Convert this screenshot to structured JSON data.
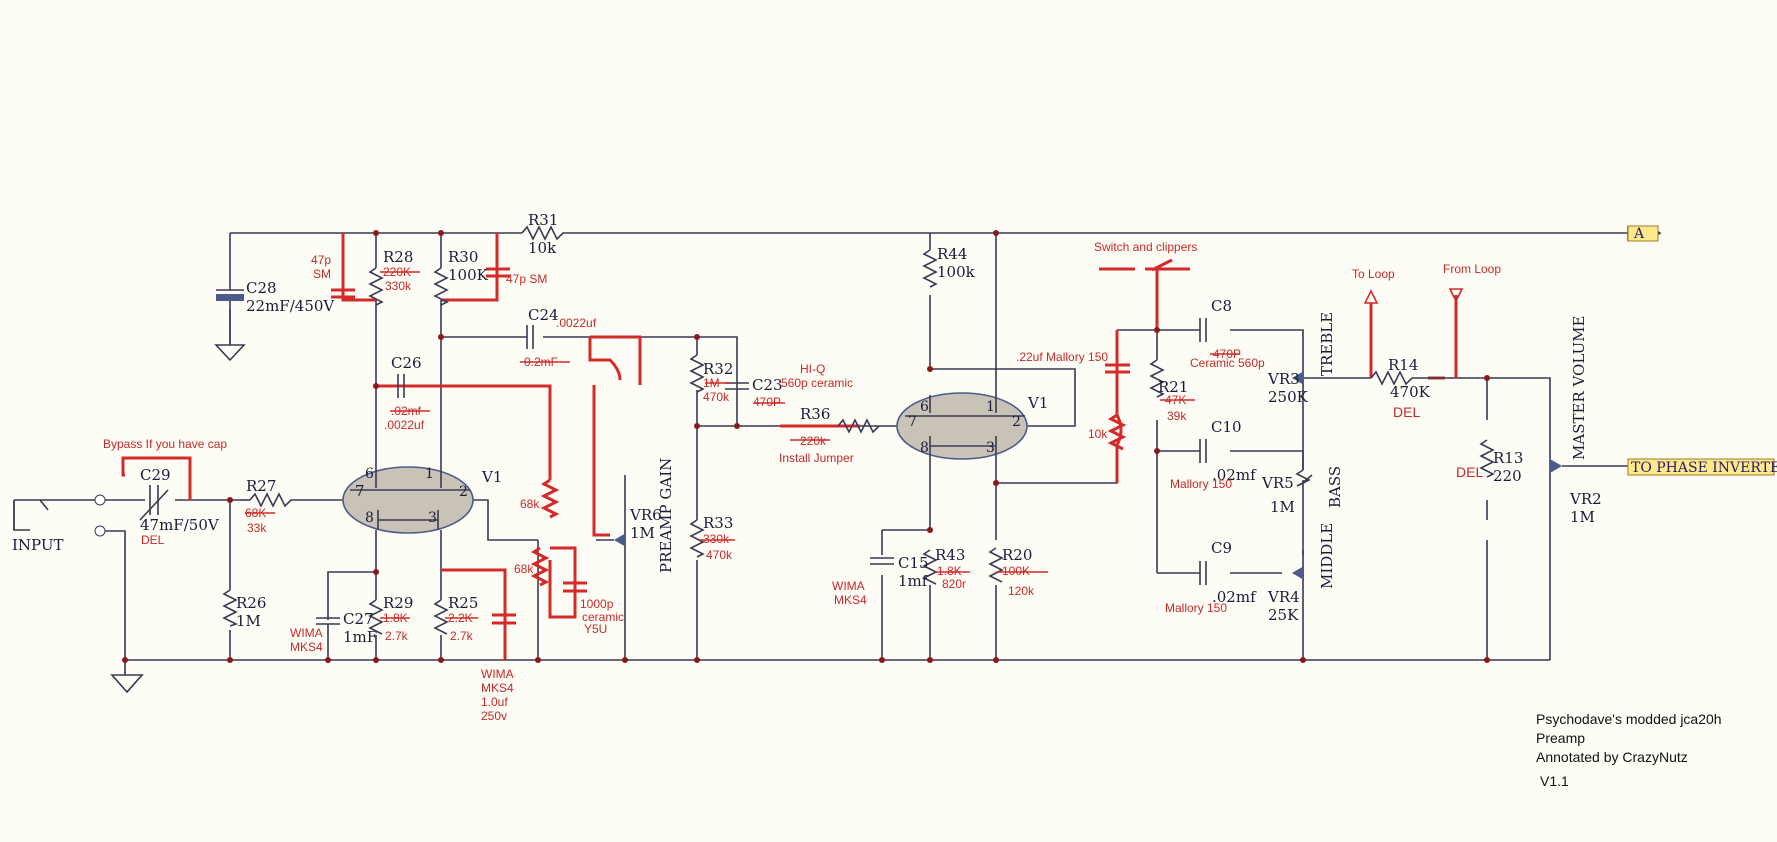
{
  "labels": {
    "r31": "R31",
    "r31_val": "10k",
    "c28": "C28",
    "c28_val": "22mF/450V",
    "r28": "R28",
    "r30": "R30",
    "r30_val": "100K",
    "c24": "C24",
    "c26": "C26",
    "v1a": "V1",
    "v1b": "V1",
    "pin1": "1",
    "pin2": "2",
    "pin3": "3",
    "pin6": "6",
    "pin7": "7",
    "pin8": "8",
    "c29": "C29",
    "c29_val": "47mF/50V",
    "r27": "R27",
    "r26": "R26",
    "r26_val": "1M",
    "input": "INPUT",
    "c27": "C27",
    "c27_val": "1mF",
    "r29": "R29",
    "r25": "R25",
    "vr6": "VR6",
    "vr6_val": "1M",
    "preamp_gain": "PREAMP GAIN",
    "r32": "R32",
    "c23": "C23",
    "r36": "R36",
    "r33": "R33",
    "r44": "R44",
    "r44_val": "100k",
    "c15": "C15",
    "c15_val": "1mf",
    "r43": "R43",
    "r20": "R20",
    "c8": "C8",
    "r21": "R21",
    "c10": "C10",
    "c10_val": ".02mf",
    "c9": "C9",
    "c9_val": ".02mf",
    "vr3": "VR3",
    "vr3_val": "250K",
    "vr5": "VR5",
    "vr5_val": "1M",
    "vr4": "VR4",
    "vr4_val": "25K",
    "treble": "TREBLE",
    "bass": "BASS",
    "middle": "MIDDLE",
    "r14": "R14",
    "r14_val": "470K",
    "r13": "R13",
    "r13_val": "220",
    "master_volume": "MASTER VOLUME",
    "vr2": "VR2",
    "vr2_val": "1M",
    "tag_a": "A",
    "to_phase_inverter": "TO PHASE INVERTER"
  },
  "annotations": {
    "c_47p": "47p",
    "sm": "SM",
    "r28_old": "220K",
    "r28_new": "330k",
    "c_47p_sm": "47p SM",
    "c24_new": ".0022uf",
    "c24_old": "0.2mF",
    "c26_old": ".02mf",
    "c26_new": ".0022uf",
    "bypass": "Bypass If you have cap",
    "c29_del": "DEL",
    "r27_old": "68K",
    "r27_new": "33k",
    "r_68k_1": "68k",
    "r_68k_2": "68k",
    "c_1000p": "1000p",
    "ceramic": "ceramic",
    "y5u": "Y5U",
    "wima": "WIMA",
    "mks4": "MKS4",
    "r29_old": "1.8K",
    "r29_new": "2.7k",
    "r25_old": "2.2K",
    "r25_new": "2.7k",
    "cap_1uf": "1.0uf",
    "cap_250v": "250v",
    "r32_old": "1M",
    "r32_new": "470k",
    "c23_old": "470P",
    "hiq": "HI-Q",
    "c_560p": "560p ceramic",
    "r36_old": "220k",
    "jumper": "Install Jumper",
    "r33_old": "330k",
    "r33_new": "470k",
    "r43_old": "1.8K",
    "r43_new": "820r",
    "r20_old": "100K",
    "r20_new": "120k",
    "c_22uf": ".22uf Mallory 150",
    "r_10k": "10k",
    "switch": "Switch and clippers",
    "c8_old": "470P",
    "ceramic_560p": "Ceramic 560p",
    "r21_old": "47K",
    "r21_new": "39k",
    "mallory": "Mallory 150",
    "to_loop": "To Loop",
    "from_loop": "From Loop",
    "del": "DEL"
  },
  "title_block": {
    "line1": "Psychodave's modded jca20h",
    "line2": "Preamp",
    "line3": "Annotated by CrazyNutz",
    "line4": "V1.1"
  },
  "colors": {
    "wire": "#3a3a55",
    "modification": "#d42a2a",
    "tube": "#c8c2b7",
    "tag": "#ffe98a",
    "background": "#fdfcf5"
  }
}
